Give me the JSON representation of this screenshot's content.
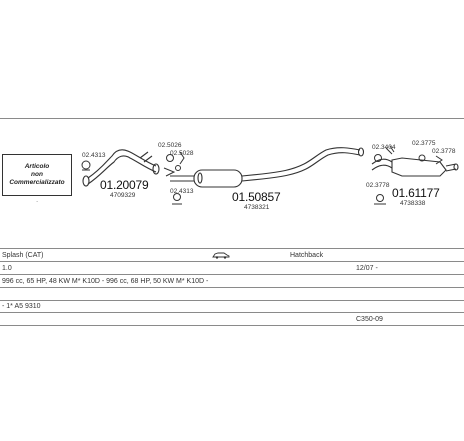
{
  "note": {
    "line1": "Articolo",
    "line2": "non",
    "line3": "Commercializzato"
  },
  "parts": [
    {
      "code": "01.20079",
      "partno": "4709329"
    },
    {
      "code": "01.50857",
      "partno": "4738321"
    },
    {
      "code": "01.61177",
      "partno": "4738338"
    }
  ],
  "accessories": {
    "a1": "02.4313",
    "a2": "02.5026",
    "a3": "02.5028",
    "a4": "02.4313",
    "a5": "02.3775",
    "a6": "02.3778",
    "a7": "02.3404",
    "a8": "02.3778"
  },
  "table": {
    "model": "Splash (CAT)",
    "body": "Hatchback",
    "engine": "1.0",
    "date": "12/07 -",
    "specs": "996 cc, 65 HP, 48 KW M* K10D - 996 cc, 68 HP, 50 KW M* K10D -",
    "extra": "- 1* A5 9310",
    "catalog": "C350-09"
  },
  "icons": {
    "car": "car-icon"
  }
}
